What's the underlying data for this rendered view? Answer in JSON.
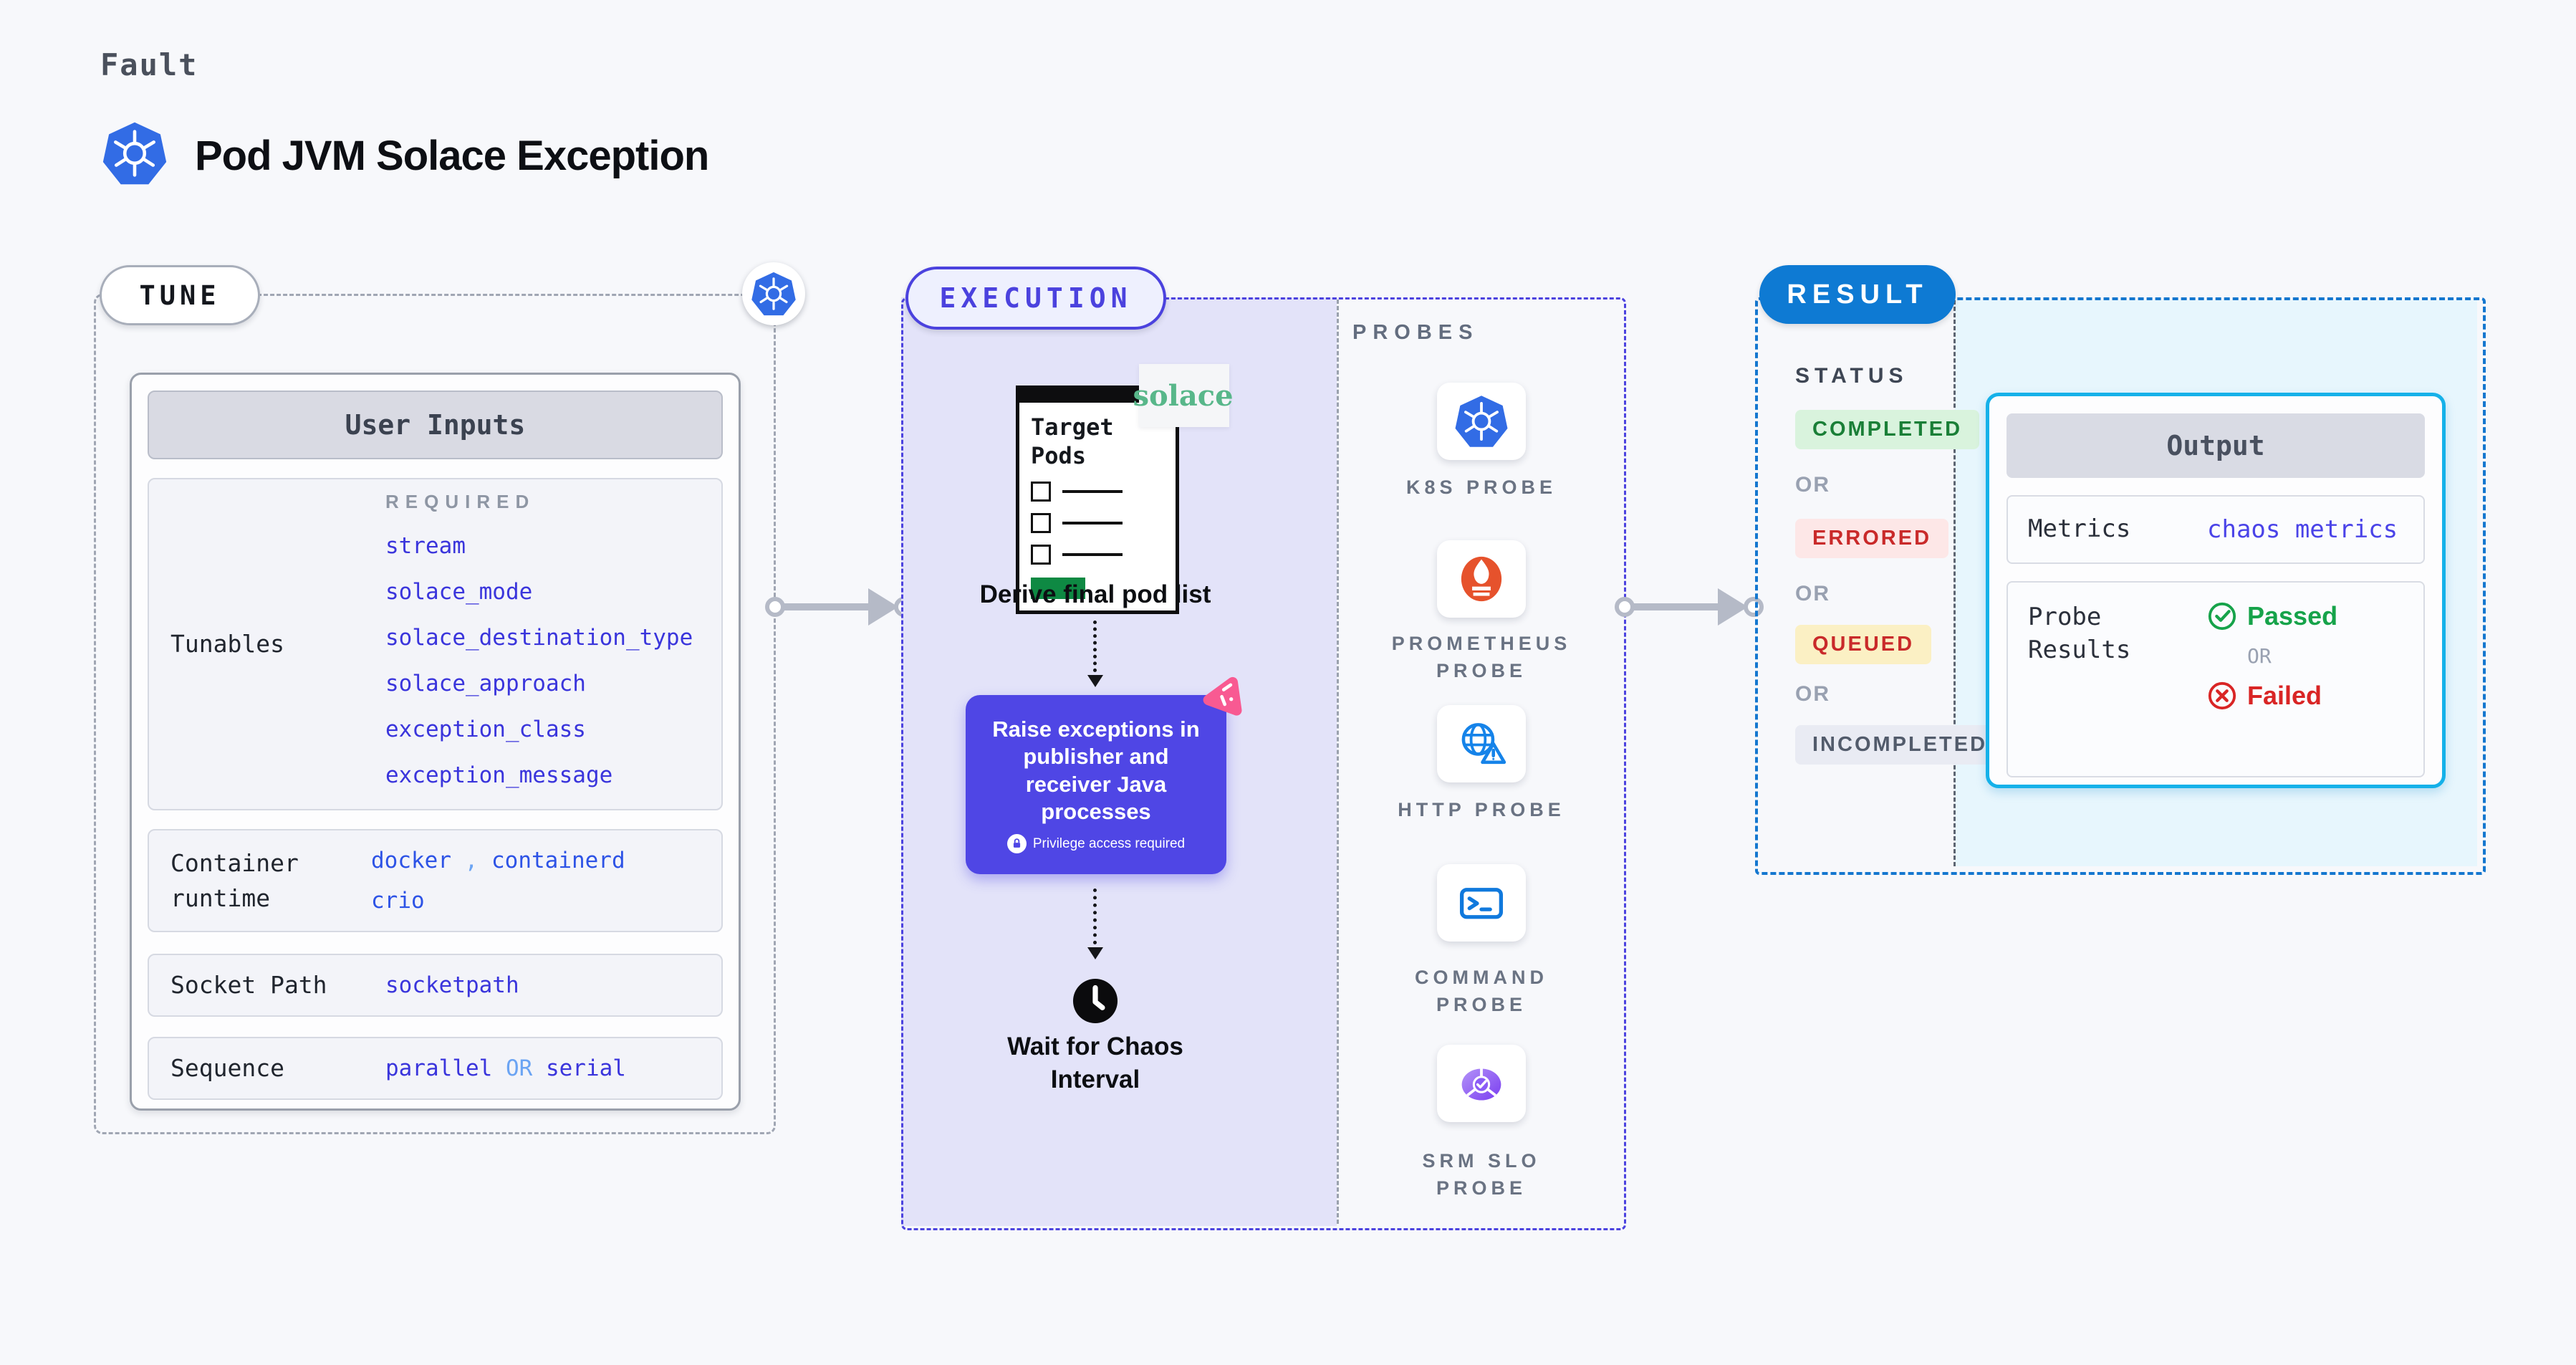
{
  "header": {
    "fault_label": "Fault",
    "title": "Pod JVM Solace Exception"
  },
  "tune": {
    "pill": "TUNE",
    "user_inputs_title": "User Inputs",
    "required_label": "REQUIRED",
    "tunables_label": "Tunables",
    "tunables": [
      "stream",
      "solace_mode",
      "solace_destination_type",
      "solace_approach",
      "exception_class",
      "exception_message"
    ],
    "container_runtime_label": "Container runtime",
    "container_runtime": {
      "first": "docker",
      "comma": ",",
      "second": "containerd",
      "third": "crio"
    },
    "socket_path_label": "Socket Path",
    "socket_path_value": "socketpath",
    "sequence_label": "Sequence",
    "sequence": {
      "first": "parallel",
      "or": "OR",
      "second": "serial"
    }
  },
  "execution": {
    "pill": "EXECUTION",
    "solace_logo": "solace",
    "target_pods_title": "Target Pods",
    "derive_label": "Derive final pod list",
    "raise_text": "Raise exceptions in publisher and receiver Java processes",
    "privilege_text": "Privilege access required",
    "wait_label": "Wait for Chaos Interval"
  },
  "probes": {
    "section_label": "PROBES",
    "items": [
      {
        "label": "K8S PROBE",
        "icon": "kubernetes-icon"
      },
      {
        "label": "PROMETHEUS PROBE",
        "icon": "prometheus-icon"
      },
      {
        "label": "HTTP PROBE",
        "icon": "http-globe-icon"
      },
      {
        "label": "COMMAND PROBE",
        "icon": "terminal-icon"
      },
      {
        "label": "SRM SLO PROBE",
        "icon": "srm-slo-icon"
      }
    ]
  },
  "result": {
    "pill": "RESULT",
    "status_label": "STATUS",
    "or_label": "OR",
    "badges": [
      {
        "label": "COMPLETED",
        "color": "#1a7f37",
        "bg": "#d9f3dd"
      },
      {
        "label": "ERRORED",
        "color": "#c92a2a",
        "bg": "#fde7e7"
      },
      {
        "label": "QUEUED",
        "color": "#c92a2a",
        "bg": "#fbf0c4"
      },
      {
        "label": "INCOMPLETED",
        "color": "#525b6b",
        "bg": "#e9ebf3"
      }
    ],
    "output": {
      "title": "Output",
      "metrics_label": "Metrics",
      "metrics_value": "chaos metrics",
      "probe_results_label": "Probe Results",
      "passed_label": "Passed",
      "or_label": "OR",
      "failed_label": "Failed"
    }
  },
  "colors": {
    "page_bg": "#f7f8fb",
    "lavender_bg": "#e3e3f9",
    "indigo_accent": "#4f46e5",
    "kubernetes_blue": "#326ce5",
    "result_blue": "#0e7ad3",
    "output_cyan_border": "#15b1e9",
    "cyan_bg": "#e7f6fd",
    "value_indigo": "#3a35dc",
    "value_blue": "#2d53e6",
    "value_light_blue": "#6ba4f3",
    "passed_green": "#16a34a",
    "failed_red": "#d92525",
    "solace_green": "#58b78a",
    "pink_icon": "#f85a92",
    "prometheus_orange": "#e6522c",
    "green_bar": "#0e8943"
  }
}
